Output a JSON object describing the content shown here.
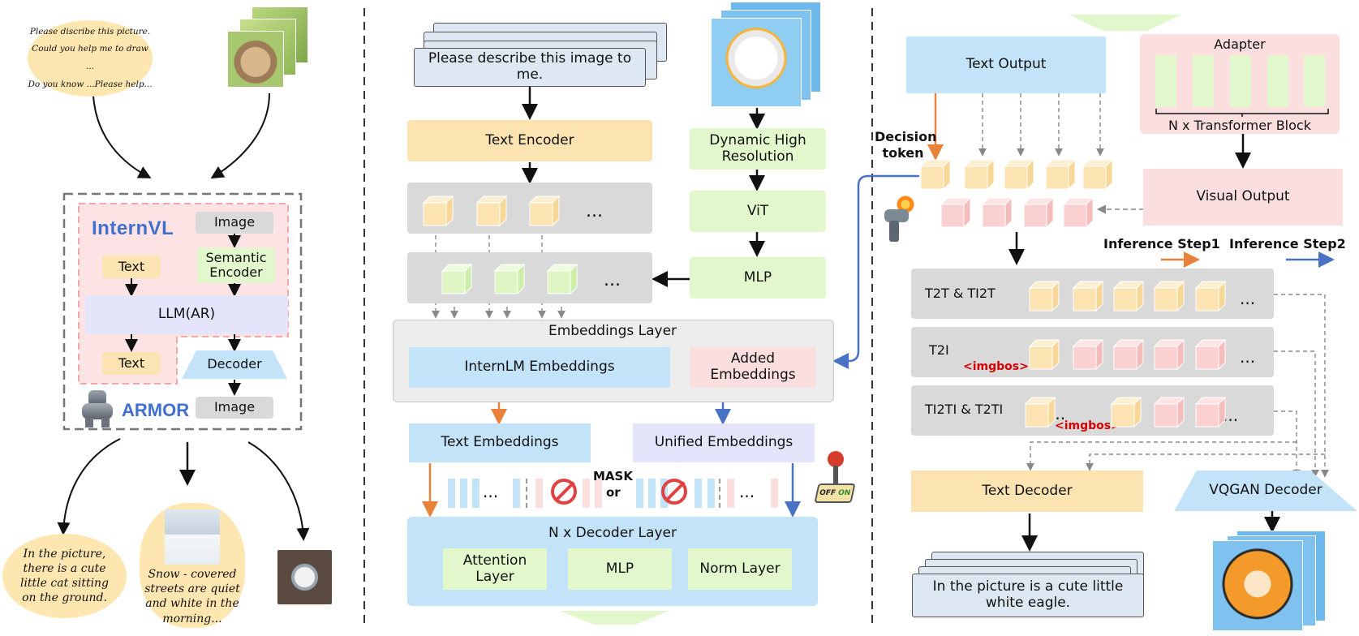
{
  "left": {
    "prompt_bubble": [
      "Please discribe this picture.",
      "Could you help me to draw ...",
      "Do you know ...Please help..."
    ],
    "internvl_logo": "InternVL",
    "image_in_label": "Image",
    "text_in_label": "Text",
    "semantic_encoder_label": "Semantic Encoder",
    "llm_label": "LLM(AR)",
    "text_out_label": "Text",
    "decoder_label": "Decoder",
    "image_out_label": "Image",
    "armor_logo": "ARMOR",
    "answer_bubble": "In the picture, there is a cute little cat sitting on the ground.",
    "snow_bubble": "Snow - covered streets are quiet and white in the morning..."
  },
  "middle": {
    "prompt_label": "Please describe this image to me.",
    "text_encoder_label": "Text Encoder",
    "dynamic_res_label": "Dynamic High Resolution",
    "vit_label": "ViT",
    "mlp_label": "MLP",
    "ellipsis": "...",
    "embeddings_layer_label": "Embeddings Layer",
    "internlm_emb_label": "InternLM Embeddings",
    "added_emb_label": "Added Embeddings",
    "text_emb_label": "Text Embeddings",
    "unified_emb_label": "Unified  Embeddings",
    "mask_label": "MASK",
    "or_label": "or",
    "decoder_layer_label": "N x Decoder Layer",
    "attention_label": "Attention Layer",
    "mlp_inner_label": "MLP",
    "norm_label": "Norm Layer",
    "switch_off": "OFF",
    "switch_on": "ON"
  },
  "right": {
    "text_output_label": "Text Output",
    "adapter_label": "Adapter",
    "transformer_label": "N x Transformer Block",
    "decision_token_label": "Decision token",
    "visual_output_label": "Visual Output",
    "inference_step1": "Inference Step1",
    "inference_step2": "Inference Step2",
    "t2t_label": "T2T & TI2T",
    "t2i_label": "T2I",
    "ti2ti_label": "TI2TI & T2TI",
    "imgbos_label": "<imgbos>",
    "ellipsis": "...",
    "text_decoder_label": "Text Decoder",
    "vqgan_label": "VQGAN Decoder",
    "answer_label": "In the picture is a cute little white eagle."
  },
  "colors": {
    "yellow": "#fbe3b2",
    "green": "#e3f7cd",
    "blue": "#c3e3f8",
    "pink": "#fbdede",
    "lavender": "#e4e5fb",
    "orange_arrow": "#e8823a",
    "blue_arrow": "#4a72c4",
    "internvl_blue": "#3f6fd0"
  }
}
